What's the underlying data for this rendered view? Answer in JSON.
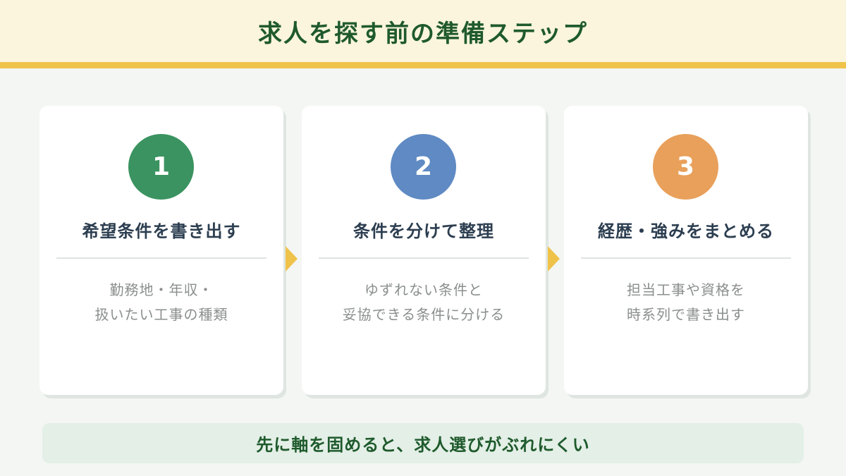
{
  "header": {
    "title": "求人を探す前の準備ステップ"
  },
  "steps": [
    {
      "number": "1",
      "title": "希望条件を書き出す",
      "desc_line1": "勤務地・年収・",
      "desc_line2": "扱いたい工事の種類"
    },
    {
      "number": "2",
      "title": "条件を分けて整理",
      "desc_line1": "ゆずれない条件と",
      "desc_line2": "妥協できる条件に分ける"
    },
    {
      "number": "3",
      "title": "経歴・強みをまとめる",
      "desc_line1": "担当工事や資格を",
      "desc_line2": "時系列で書き出す"
    }
  ],
  "footer": {
    "text": "先に軸を固めると、求人選びがぶれにくい"
  },
  "colors": {
    "header_bg": "#fbf5dd",
    "accent_yellow": "#efc24a",
    "title_green": "#1f5a2c",
    "step1": "#3a9360",
    "step2": "#5f8ac3",
    "step3": "#e8a05b",
    "footer_bg": "#e3efe7"
  },
  "icons": {
    "connector": "chevron-right-icon"
  }
}
